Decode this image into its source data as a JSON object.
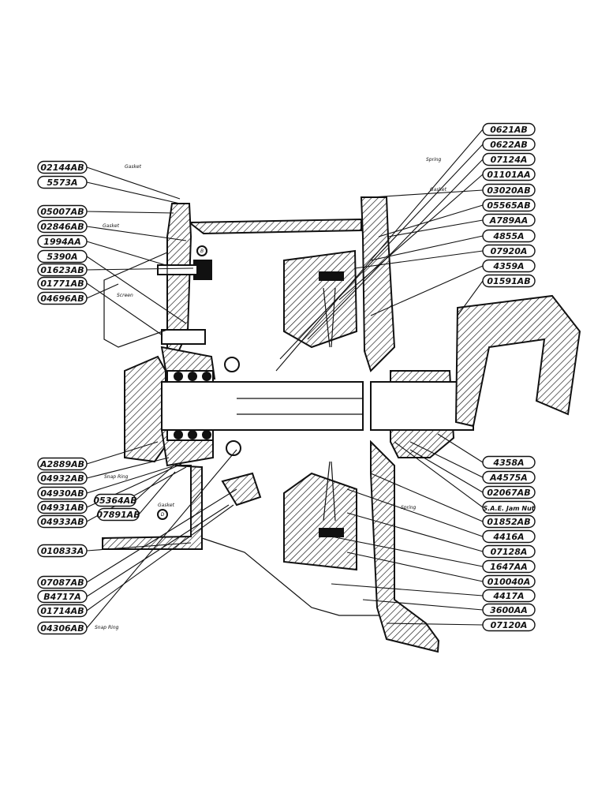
{
  "left_tags": [
    "02144AB",
    "5573A",
    "05007AB",
    "02846AB",
    "1994AA",
    "5390A",
    "01623AB",
    "01771AB",
    "04696AB",
    "A2889AB",
    "04932AB",
    "04930AB",
    "04931AB",
    "04933AB",
    "010833A",
    "07087AB",
    "B4717A",
    "01714AB",
    "04306AB"
  ],
  "inner_tags": [
    "05364AB",
    "07891AB"
  ],
  "right_tags": [
    "0621AB",
    "0622AB",
    "07124A",
    "01101AA",
    "03020AB",
    "05565AB",
    "A789AA",
    "4855A",
    "07920A",
    "4359A",
    "01591AB",
    "4358A",
    "A4575A",
    "02067AB",
    "S.A.E. Jam Nut",
    "01852AB",
    "4416A",
    "07128A",
    "1647AA",
    "010040A",
    "4417A",
    "3600AA",
    "07120A"
  ],
  "notes": {
    "gasket_top": "Gasket",
    "gasket_left": "Gasket",
    "gasket_right": "Gasket",
    "gasket_lower": "Gasket",
    "spring_top": "Spring",
    "spring_lower": "Spring",
    "screen": "Screen",
    "snap_ring_1": "Snap Ring",
    "snap_ring_2": "Snap Ring"
  },
  "callout_markers": [
    "B",
    "D"
  ],
  "colors": {
    "ink": "#111111",
    "paper": "#ffffff"
  }
}
